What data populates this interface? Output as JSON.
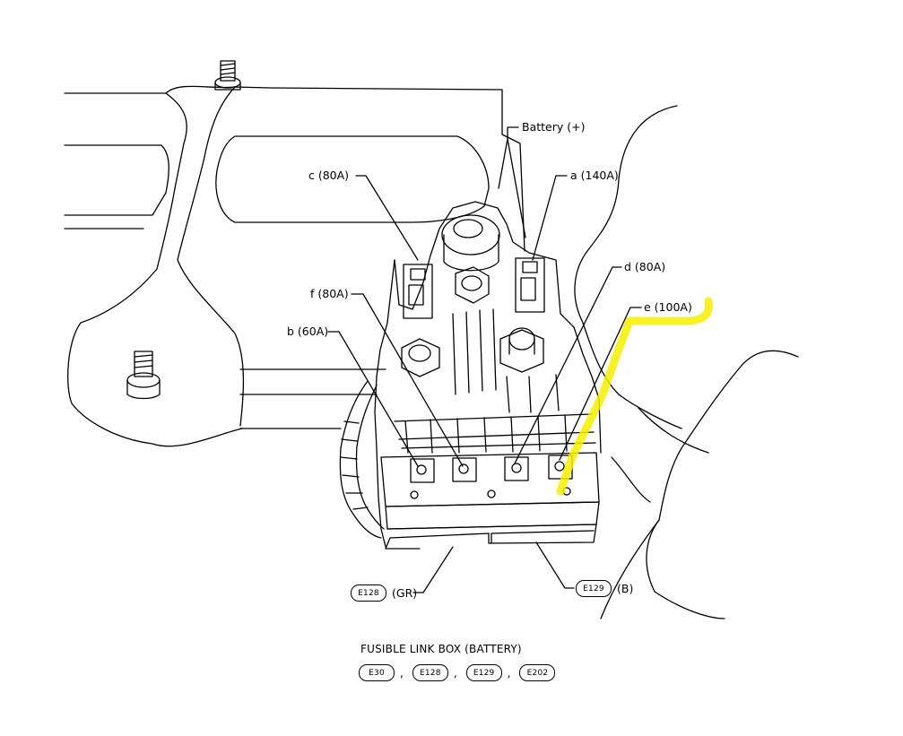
{
  "callouts": {
    "battery": "Battery (+)",
    "a": "a (140A)",
    "b": "b (60A)",
    "c": "c (80A)",
    "d": "d (80A)",
    "e": "e (100A)",
    "f": "f (80A)"
  },
  "connectors": {
    "left": {
      "code": "E128",
      "color": "(GR)"
    },
    "right": {
      "code": "E129",
      "color": "(B)"
    }
  },
  "caption": {
    "title": "FUSIBLE LINK BOX (BATTERY)",
    "refs": [
      "E30",
      "E128",
      "E129",
      "E202"
    ],
    "separator": ","
  },
  "colors": {
    "highlight": "#f4f000",
    "line": "#000000",
    "background": "#ffffff"
  }
}
